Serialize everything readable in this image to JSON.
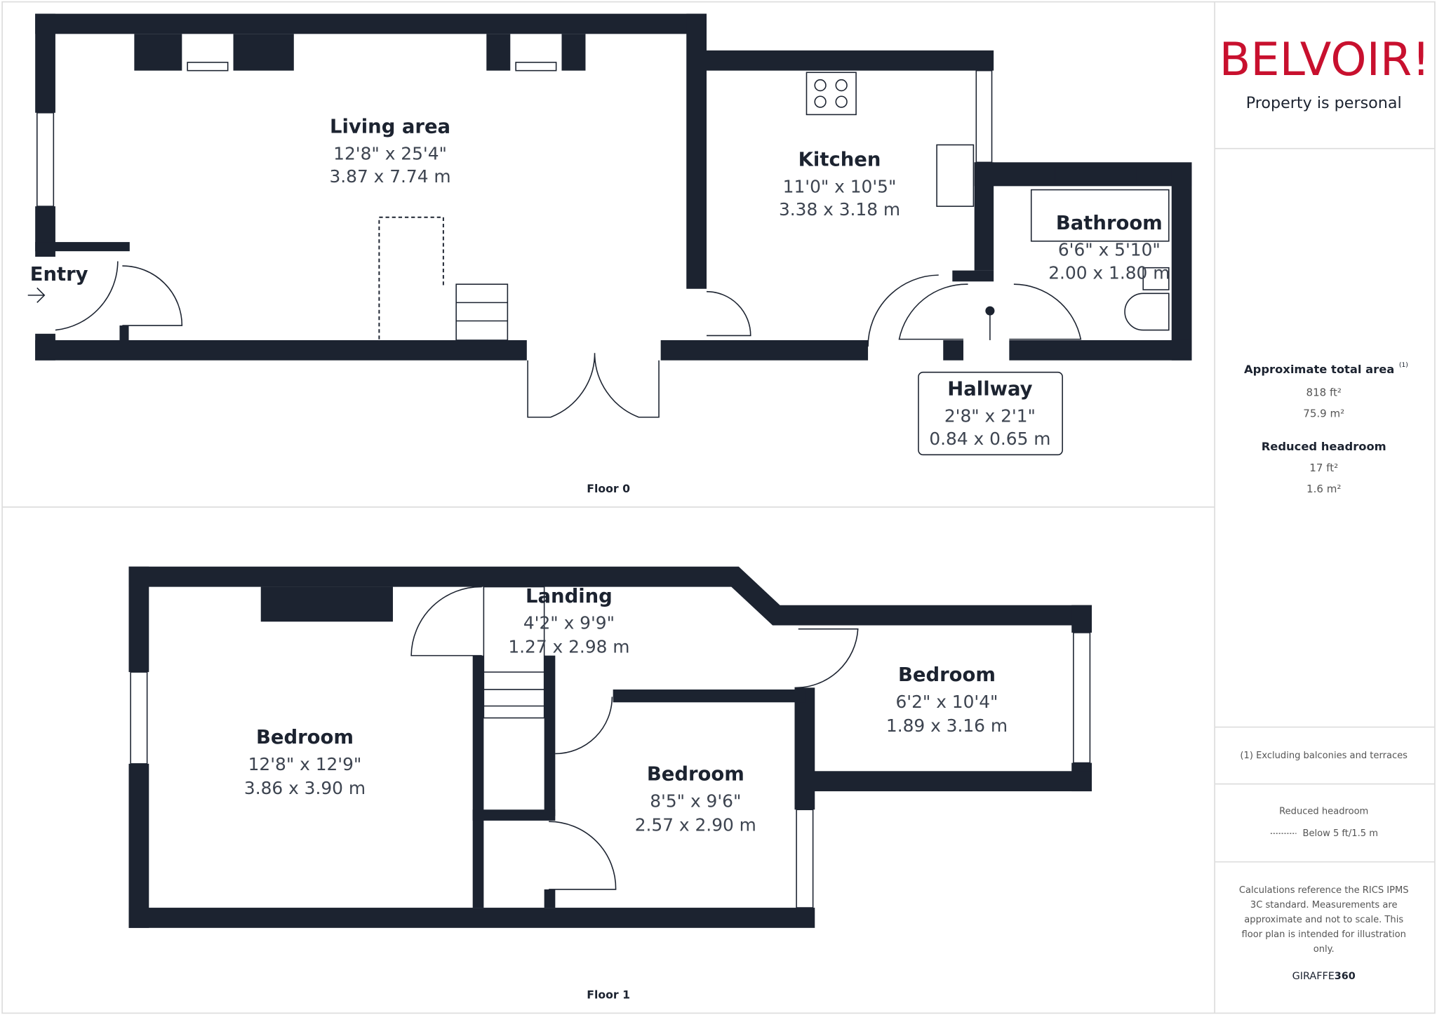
{
  "brand": {
    "logo_text": "BELVOIR!",
    "tagline": "Property is personal",
    "color": "#c8102e"
  },
  "floors": [
    {
      "label": "Floor 0",
      "rooms": [
        {
          "name": "Living area",
          "imperial": "12'8\" x 25'4\"",
          "metric": "3.87 x 7.74 m"
        },
        {
          "name": "Kitchen",
          "imperial": "11'0\" x 10'5\"",
          "metric": "3.38 x 3.18 m"
        },
        {
          "name": "Bathroom",
          "imperial": "6'6\" x 5'10\"",
          "metric": "2.00 x 1.80 m"
        },
        {
          "name": "Hallway",
          "imperial": "2'8\" x 2'1\"",
          "metric": "0.84 x 0.65 m"
        },
        {
          "name": "Entry"
        }
      ]
    },
    {
      "label": "Floor 1",
      "rooms": [
        {
          "name": "Landing",
          "imperial": "4'2\" x 9'9\"",
          "metric": "1.27 x 2.98 m"
        },
        {
          "name": "Bedroom",
          "imperial": "12'8\" x 12'9\"",
          "metric": "3.86 x 3.90 m"
        },
        {
          "name": "Bedroom",
          "imperial": "8'5\" x 9'6\"",
          "metric": "2.57 x 2.90 m"
        },
        {
          "name": "Bedroom",
          "imperial": "6'2\" x 10'4\"",
          "metric": "1.89 x 3.16 m"
        }
      ]
    }
  ],
  "summary": {
    "total_label": "Approximate total area",
    "total_sup": "(1)",
    "total_ft": "818 ft²",
    "total_m": "75.9 m²",
    "reduced_label": "Reduced headroom",
    "reduced_ft": "17 ft²",
    "reduced_m": "1.6 m²",
    "footnote": "(1) Excluding balconies and terraces",
    "legend_title": "Reduced headroom",
    "legend_item": "Below 5 ft/1.5 m",
    "disclaimer_lines": [
      "Calculations reference the RICS IPMS",
      "3C standard. Measurements are",
      "approximate and not to scale. This",
      "floor plan is intended for illustration",
      "only."
    ],
    "credit_light": "GIRAFFE",
    "credit_bold": "360"
  },
  "colors": {
    "wall": "#1c2330",
    "text": "#1c2330"
  }
}
